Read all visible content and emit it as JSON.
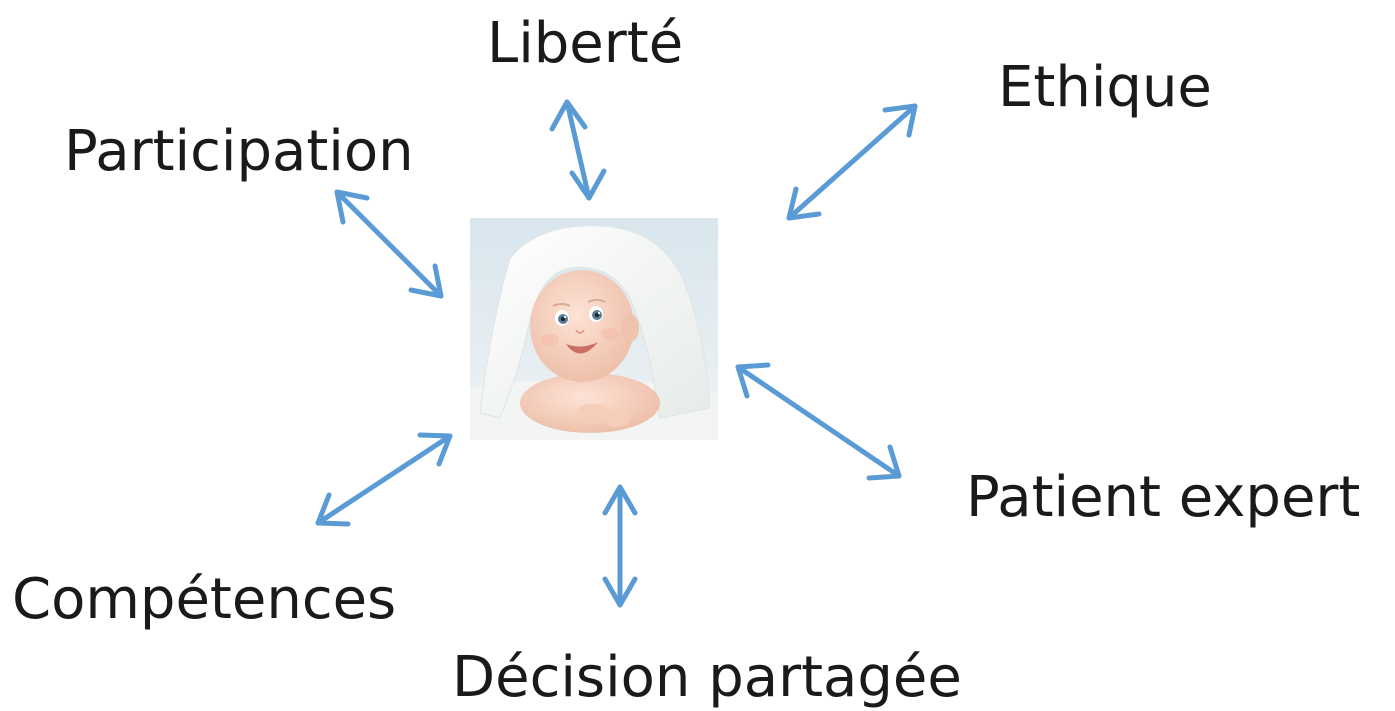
{
  "diagram": {
    "center_image": "baby-photo",
    "arrow_color": "#5b9bd5",
    "labels": {
      "liberte": "Liberté",
      "ethique": "Ethique",
      "participation": "Participation",
      "patient_expert": "Patient expert",
      "competences": "Compétences",
      "decision_partagee": "Décision partagée"
    }
  }
}
